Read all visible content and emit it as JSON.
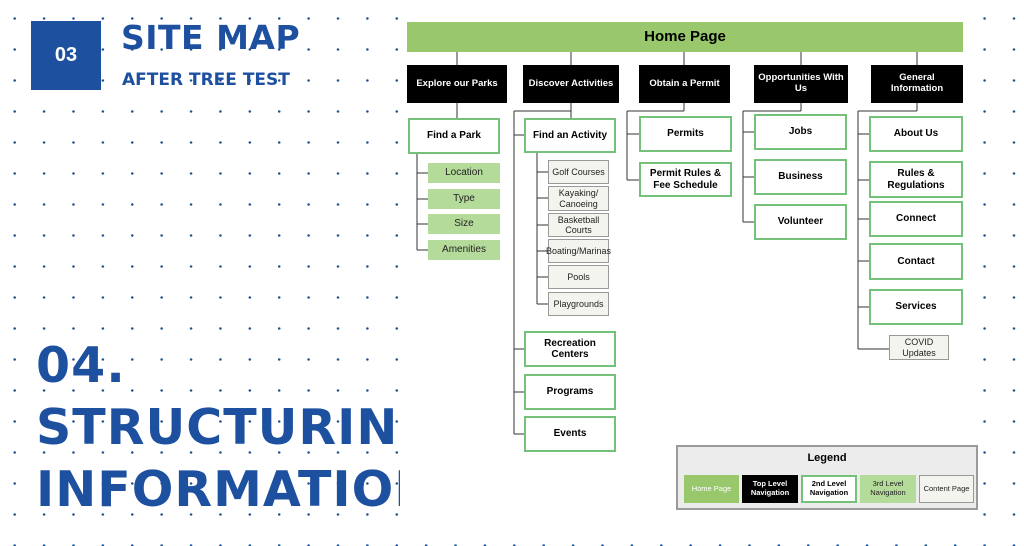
{
  "header": {
    "number": "03",
    "title": "SITE MAP",
    "subtitle": "AFTER TREE TEST"
  },
  "section": {
    "line1": "04.",
    "line2": "STRUCTURING",
    "line3": "INFORMATION"
  },
  "sitemap": {
    "home": "Home Page",
    "nav": {
      "explore": "Explore our Parks",
      "discover": "Discover Activities",
      "permit": "Obtain a Permit",
      "opportunities": "Opportunities With Us",
      "general": "General Information"
    },
    "explore": {
      "find_park": "Find a Park",
      "location": "Location",
      "type": "Type",
      "size": "Size",
      "amenities": "Amenities"
    },
    "discover": {
      "find_activity": "Find an Activity",
      "golf": "Golf Courses",
      "kayaking": "Kayaking/ Canoeing",
      "basketball": "Basketball Courts",
      "boating": "Boating/Marinas",
      "pools": "Pools",
      "playgrounds": "Playgrounds",
      "recreation": "Recreation Centers",
      "programs": "Programs",
      "events": "Events"
    },
    "permit": {
      "permits": "Permits",
      "rules_fee": "Permit Rules & Fee Schedule"
    },
    "opportunities": {
      "jobs": "Jobs",
      "business": "Business",
      "volunteer": "Volunteer"
    },
    "general": {
      "about": "About Us",
      "rules": "Rules & Regulations",
      "connect": "Connect",
      "contact": "Contact",
      "services": "Services",
      "covid": "COVID Updates"
    }
  },
  "legend": {
    "title": "Legend",
    "home": "Home Page",
    "top": "Top Level Navigation",
    "second": "2nd Level Navigation",
    "third": "3rd Level Navigation",
    "content": "Content Page"
  },
  "colors": {
    "brand_blue": "#1e50a0",
    "home_green": "#99c76b",
    "second_border": "#74c27a",
    "third_green": "#b5db9b"
  }
}
